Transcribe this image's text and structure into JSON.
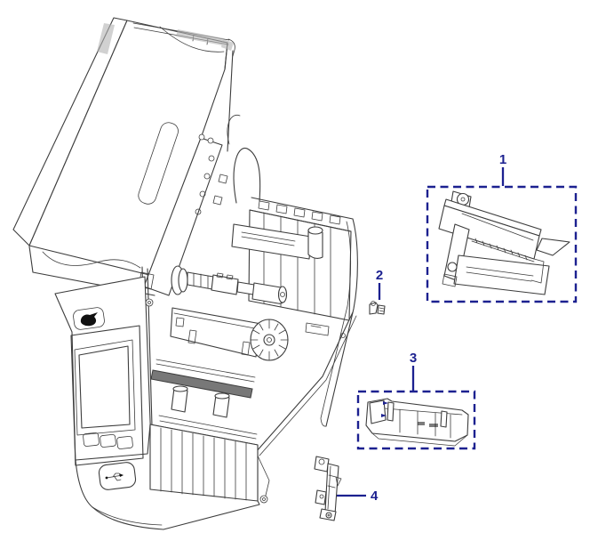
{
  "diagram": {
    "background": "#ffffff",
    "line_color": "#3d3d3d",
    "accent_color": "#1c2190",
    "callouts": [
      {
        "label": "1"
      },
      {
        "label": "2"
      },
      {
        "label": "3"
      },
      {
        "label": "4"
      }
    ]
  }
}
